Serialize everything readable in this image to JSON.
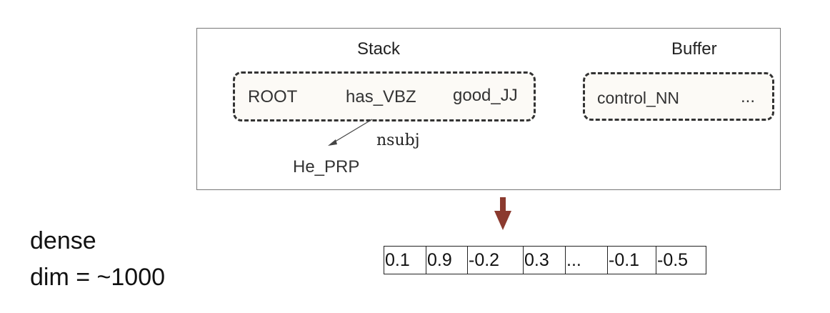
{
  "stack": {
    "title": "Stack",
    "tokens": [
      "ROOT",
      "has_VBZ",
      "good_JJ"
    ]
  },
  "buffer": {
    "title": "Buffer",
    "tokens": [
      "control_NN",
      "..."
    ]
  },
  "dependency": {
    "label": "nsubj",
    "child": "He_PRP"
  },
  "vector": {
    "cells": [
      "0.1",
      "0.9",
      "-0.2",
      "0.3",
      "...",
      "-0.1",
      "-0.5"
    ]
  },
  "note": {
    "line1": "dense",
    "line2": "dim = ~1000"
  },
  "colors": {
    "arrow": "#8b3a2f"
  }
}
